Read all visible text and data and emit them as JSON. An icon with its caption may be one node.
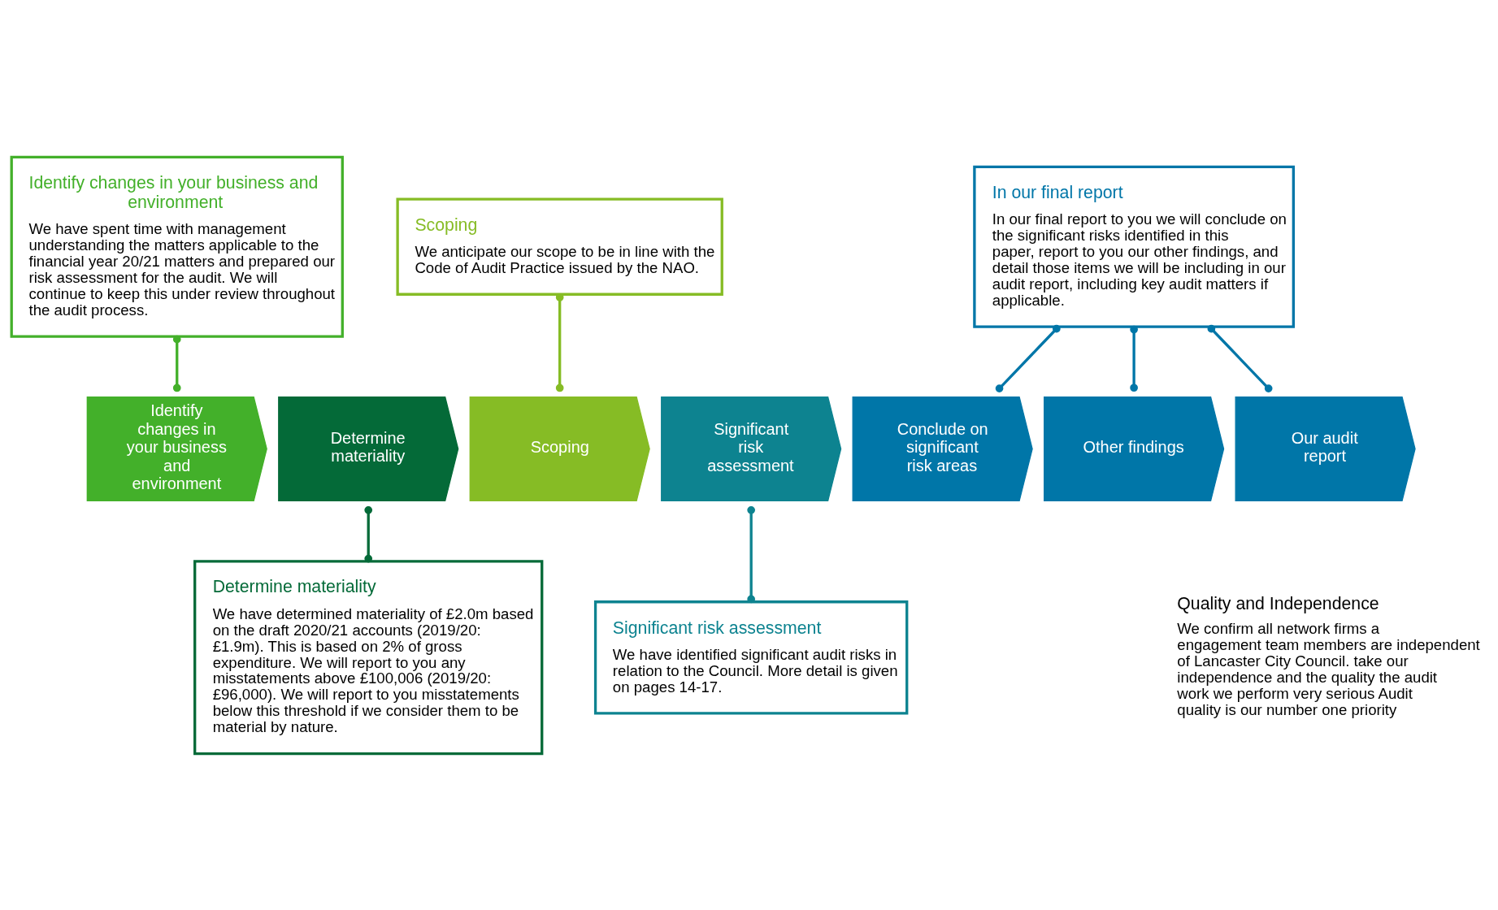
{
  "diagram": {
    "nodes": [
      {
        "text": [
          "Identify changes in your business and environment",
          "We have spent time with management understanding the matters applicable to the financial year 20/21 matters and prepared our risk assessment for the audit. We will continue to keep this under review throughout the audit process."
        ]
      },
      {
        "text": [
          "Scoping",
          "We anticipate our scope to be in line with the Code of Audit Practice issued by the NAO."
        ]
      },
      {
        "text": [
          "In our final report",
          "In our final report to you we will conclude on the significant risks identified in this paper, report to you our other findings, and detail those items we will be including in our audit report, including key audit matters if applicable."
        ]
      },
      {
        "text": [
          "Identify changes in your business and environment"
        ]
      },
      {
        "text": [
          "Determine materiality"
        ]
      },
      {
        "text": [
          "Scoping"
        ]
      },
      {
        "text": [
          "Significant risk assessment"
        ]
      },
      {
        "text": [
          "Conclude on significant risk areas"
        ]
      },
      {
        "text": [
          "Other findings"
        ]
      },
      {
        "text": [
          "Our audit report"
        ]
      },
      {
        "text": [
          "Determine materiality",
          "We have determined materiality of £2.0m based on the draft 2020/21 accounts (2019/20: £1.9m). This is based on 2% of gross expenditure. We will report to you any misstatements above £100,006 (2019/20: £96,000). We will report to you misstatements below this threshold if we consider them to be material by nature."
        ]
      },
      {
        "text": [
          "Significant risk assessment",
          "We have identified significant audit risks in relation to the Council. More detail is given on pages 14-17."
        ]
      }
    ],
    "edges": [
      {
        "from": 0,
        "to": 3,
        "arrow": "other",
        "color": "#43b02a"
      },
      {
        "from": 1,
        "to": 5,
        "arrow": "other",
        "color": "#86bc25"
      },
      {
        "from": 2,
        "to": 7,
        "arrow": "other"
      },
      {
        "from": 2,
        "to": 8,
        "arrow": "other"
      },
      {
        "from": 2,
        "to": 9,
        "arrow": "other"
      },
      {
        "from": 4,
        "to": 10,
        "arrow": "other",
        "color": "#046a38"
      },
      {
        "from": 6,
        "to": 11,
        "arrow": "other",
        "color": "#0d8390"
      }
    ],
    "labels": [
      "Quality and Independence",
      "We confirm all network firms a engagement team members are independent of Lancaster City Council. take our independence and the quality the audit work we perform very serious Audit quality is our number one priority"
    ]
  }
}
